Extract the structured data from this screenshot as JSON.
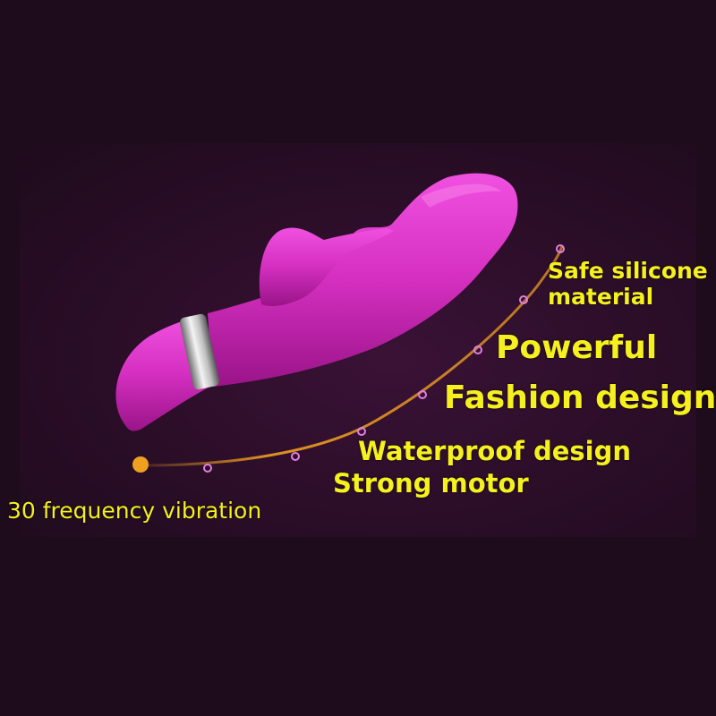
{
  "features": {
    "safe_material": "Safe silicone\nmaterial",
    "powerful": "Powerful",
    "fashion": "Fashion design",
    "waterproof": "Waterproof design",
    "motor": "Strong motor",
    "frequency": "30 frequency vibration"
  },
  "colors": {
    "background": "#1e0b1c",
    "product_body": "#d42fc0",
    "label_text": "#f5f01e",
    "curve": "#f0a020",
    "marker": "#e080e0"
  }
}
